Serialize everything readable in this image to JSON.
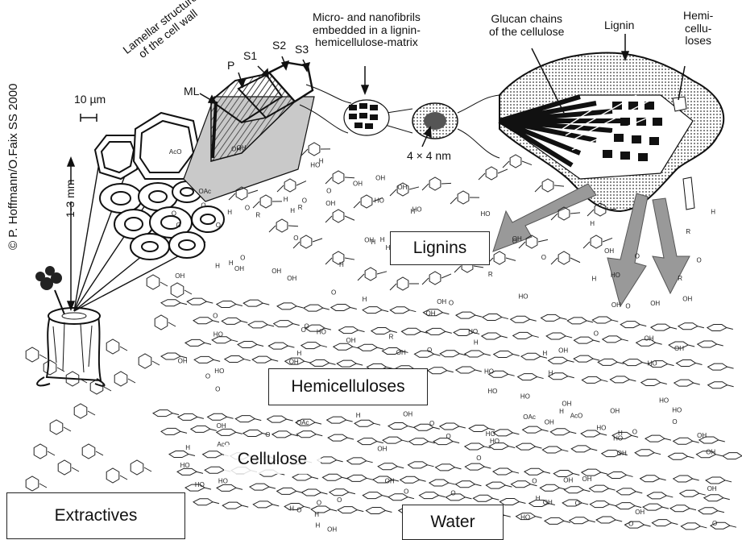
{
  "labels": {
    "copyright": "© P. Hoffmann/O.Faix SS 2000",
    "lamellar": "Lamellar structure\nof the cell wall",
    "ml": "ML",
    "p": "P",
    "s1": "S1",
    "s2": "S2",
    "s3": "S3",
    "scale_10um": "10 µm",
    "scale_mm": "1-3 mm",
    "microfibrils": "Micro- and nanofibrils\nembedded in a lignin-\nhemicellulose-matrix",
    "four_nm": "4 × 4 nm",
    "glucan": "Glucan chains\nof the cellulose",
    "lignin": "Lignin",
    "hemicelluloses_small": "Hemi-\ncellu-\nloses"
  },
  "boxes": {
    "lignins": "Lignins",
    "hemicelluloses": "Hemicelluloses",
    "cellulose": "Cellulose",
    "extractives": "Extractives",
    "water": "Water"
  },
  "chemistry": {
    "lignin_fragments": [
      "OH",
      "HO",
      "OH",
      "R",
      "O",
      "HO",
      "OH",
      "OH",
      "O",
      "HO",
      "OH",
      "O",
      "OH",
      "R"
    ],
    "sugar_fragments": [
      "HO",
      "OH",
      "O",
      "OAc",
      "HO",
      "O",
      "OH",
      "OH",
      "HO",
      "O",
      "OH",
      "AcO",
      "OH",
      "O"
    ],
    "cellulose_fragments": [
      "O",
      "HO",
      "OH",
      "H",
      "O",
      "HO",
      "H",
      "OH",
      "O",
      "HO",
      "OH",
      "H",
      "O",
      "HO"
    ],
    "water_fragments": [
      "H",
      "O",
      "H",
      "H",
      "O",
      "H",
      "H",
      "O",
      "H",
      "H",
      "O",
      "H",
      "H",
      "O"
    ]
  }
}
